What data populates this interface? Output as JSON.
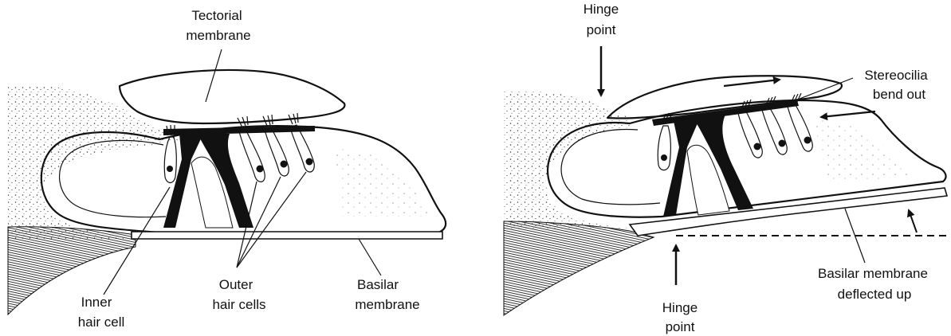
{
  "left_panel": {
    "labels": {
      "tectorial_line1": "Tectorial",
      "tectorial_line2": "membrane",
      "inner_line1": "Inner",
      "inner_line2": "hair cell",
      "outer_line1": "Outer",
      "outer_line2": "hair cells",
      "basilar_line1": "Basilar",
      "basilar_line2": "membrane"
    }
  },
  "right_panel": {
    "labels": {
      "hinge_top_line1": "Hinge",
      "hinge_top_line2": "point",
      "stereocilia_line1": "Stereocilia",
      "stereocilia_line2": "bend out",
      "basilar_line1": "Basilar membrane",
      "basilar_line2": "deflected up",
      "hinge_bottom_line1": "Hinge",
      "hinge_bottom_line2": "point"
    }
  },
  "colors": {
    "ink": "#111111",
    "background": "#ffffff"
  }
}
